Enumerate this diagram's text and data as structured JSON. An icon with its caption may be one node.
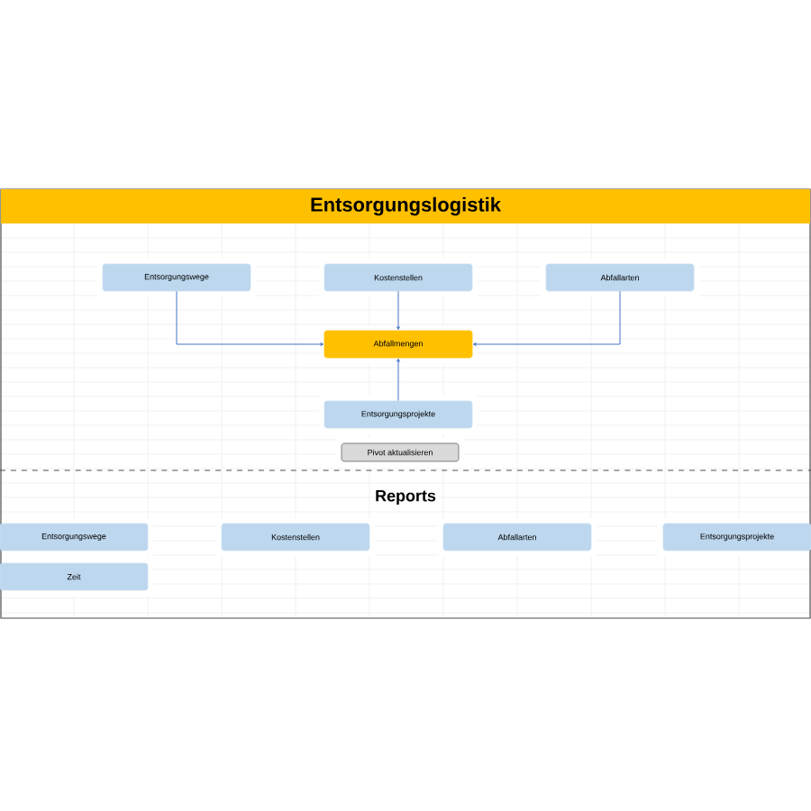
{
  "diagram": {
    "title": "Entsorgungslogistik",
    "nodes": [
      {
        "text": [
          "Entsorgungswege"
        ]
      },
      {
        "text": [
          "Kostenstellen"
        ]
      },
      {
        "text": [
          "Abfallarten"
        ]
      },
      {
        "text": [
          "Abfallmengen"
        ]
      },
      {
        "text": [
          "Entsorgungsprojekte"
        ]
      },
      {
        "text": [
          "Pivot aktualisieren"
        ]
      },
      {
        "text": [
          "Entsorgungswege"
        ]
      },
      {
        "text": [
          "Kostenstellen"
        ]
      },
      {
        "text": [
          "Abfallarten"
        ]
      },
      {
        "text": [
          "Entsorgungsprojekte"
        ]
      },
      {
        "text": [
          "Zeit"
        ]
      }
    ],
    "edges": [
      {
        "from": 0,
        "to": 3,
        "arrow": "to"
      },
      {
        "from": 1,
        "to": 3,
        "arrow": "to"
      },
      {
        "from": 2,
        "to": 3,
        "arrow": "to"
      },
      {
        "from": 4,
        "to": 3,
        "arrow": "to"
      }
    ],
    "labels": [
      "Reports"
    ]
  }
}
